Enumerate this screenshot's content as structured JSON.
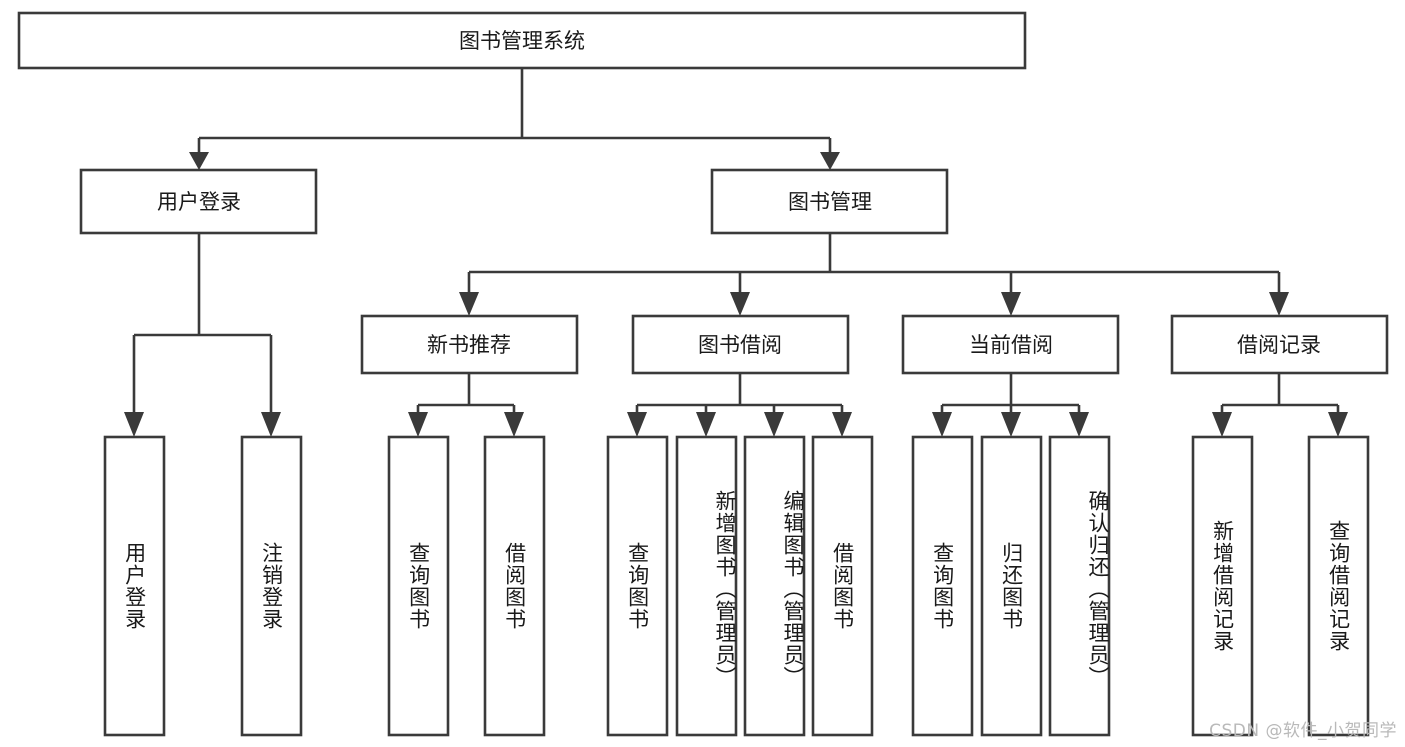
{
  "diagram": {
    "type": "tree-hierarchy",
    "title": "图书管理系统",
    "watermark": "CSDN @软件_小贺同学",
    "colors": {
      "stroke": "#3a3a3a",
      "box_fill": "#ffffff",
      "text": "#1a1a1a",
      "background": "#ffffff",
      "watermark": "#b9b9b9"
    },
    "root": {
      "label": "图书管理系统"
    },
    "level2": [
      {
        "label": "用户登录"
      },
      {
        "label": "图书管理"
      }
    ],
    "level3": [
      {
        "label": "新书推荐"
      },
      {
        "label": "图书借阅"
      },
      {
        "label": "当前借阅"
      },
      {
        "label": "借阅记录"
      }
    ],
    "leaves": {
      "user_login": [
        {
          "label": "用户登录"
        },
        {
          "label": "注销登录"
        }
      ],
      "new_book": [
        {
          "label": "查询图书"
        },
        {
          "label": "借阅图书"
        }
      ],
      "book_borrow": [
        {
          "label": "查询图书"
        },
        {
          "label": "新增图书（管理员）"
        },
        {
          "label": "编辑图书（管理员）"
        },
        {
          "label": "借阅图书"
        }
      ],
      "current_borrow": [
        {
          "label": "查询图书"
        },
        {
          "label": "归还图书"
        },
        {
          "label": "确认归还（管理员）"
        }
      ],
      "borrow_record": [
        {
          "label": "新增借阅记录"
        },
        {
          "label": "查询借阅记录"
        }
      ]
    }
  }
}
